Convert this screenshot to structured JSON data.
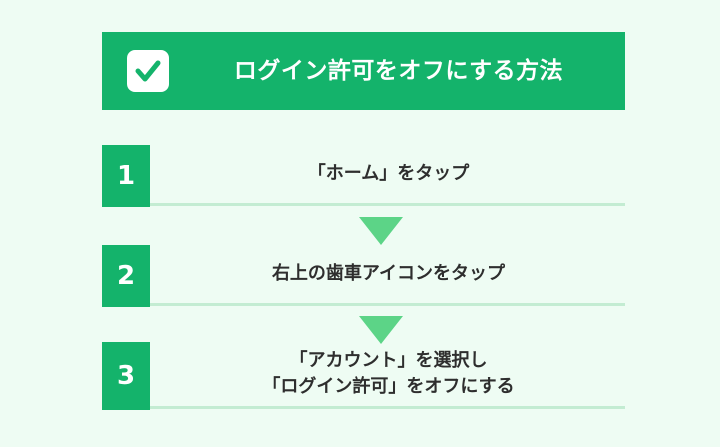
{
  "colors": {
    "background": "#eefcf3",
    "primary_green": "#14b36b",
    "arrow_green": "#5cd487",
    "underline_green": "#c3ecd2",
    "text_dark": "#2e2e2e"
  },
  "header": {
    "icon": "checkbox-checked-icon",
    "title": "ログイン許可をオフにする方法"
  },
  "steps": [
    {
      "number": "1",
      "lines": [
        "「ホーム」をタップ"
      ]
    },
    {
      "number": "2",
      "lines": [
        "右上の歯車アイコンをタップ"
      ]
    },
    {
      "number": "3",
      "lines": [
        "「アカウント」を選択し",
        "「ログイン許可」をオフにする"
      ]
    }
  ],
  "arrow_icon": "down-triangle-arrow-icon"
}
